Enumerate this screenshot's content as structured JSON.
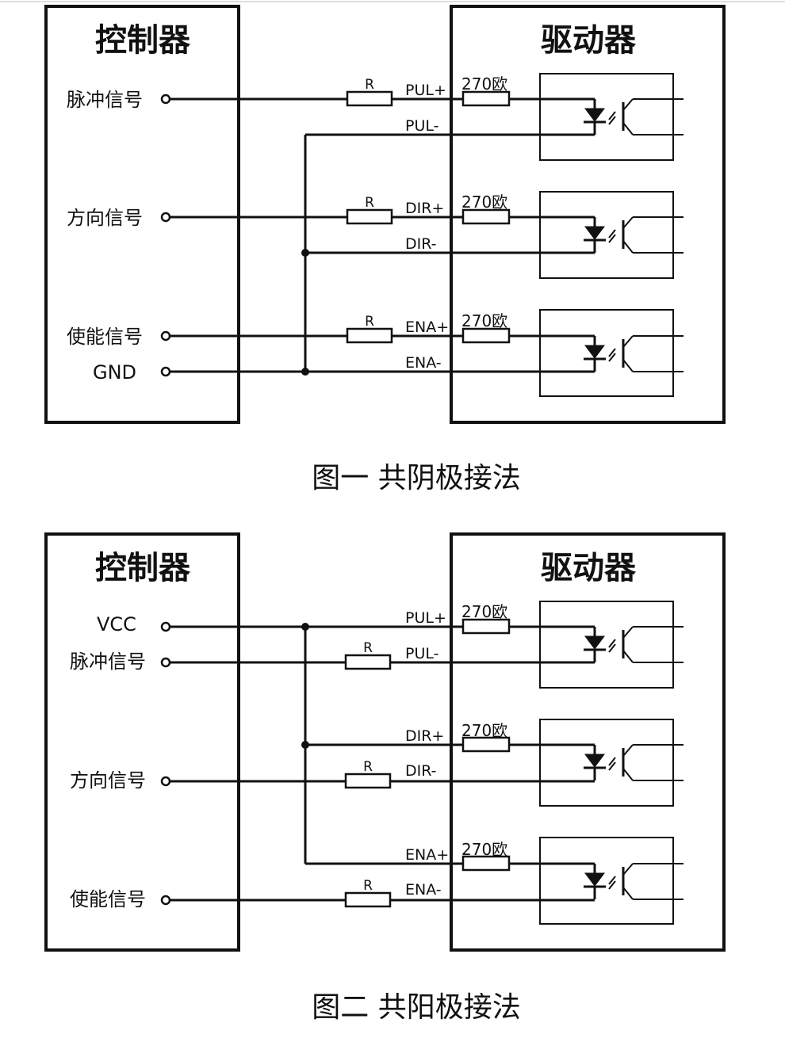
{
  "figures": [
    {
      "controller_title": "控制器",
      "driver_title": "驱动器",
      "caption": "图一  共阴极接法",
      "signals": [
        {
          "label": "脉冲信号",
          "pins": [
            "PUL+",
            "PUL-"
          ],
          "resistor": "R",
          "driver_resistor": "270欧"
        },
        {
          "label": "方向信号",
          "pins": [
            "DIR+",
            "DIR-"
          ],
          "resistor": "R",
          "driver_resistor": "270欧"
        },
        {
          "label": "使能信号",
          "pins": [
            "ENA+",
            "ENA-"
          ],
          "resistor": "R",
          "driver_resistor": "270欧"
        }
      ],
      "common_label": "GND"
    },
    {
      "controller_title": "控制器",
      "driver_title": "驱动器",
      "caption": "图二  共阳极接法",
      "signals": [
        {
          "label": "脉冲信号",
          "pins": [
            "PUL+",
            "PUL-"
          ],
          "resistor": "R",
          "driver_resistor": "270欧"
        },
        {
          "label": "方向信号",
          "pins": [
            "DIR+",
            "DIR-"
          ],
          "resistor": "R",
          "driver_resistor": "270欧"
        },
        {
          "label": "使能信号",
          "pins": [
            "ENA+",
            "ENA-"
          ],
          "resistor": "R",
          "driver_resistor": "270欧"
        }
      ],
      "common_label": "VCC"
    }
  ]
}
